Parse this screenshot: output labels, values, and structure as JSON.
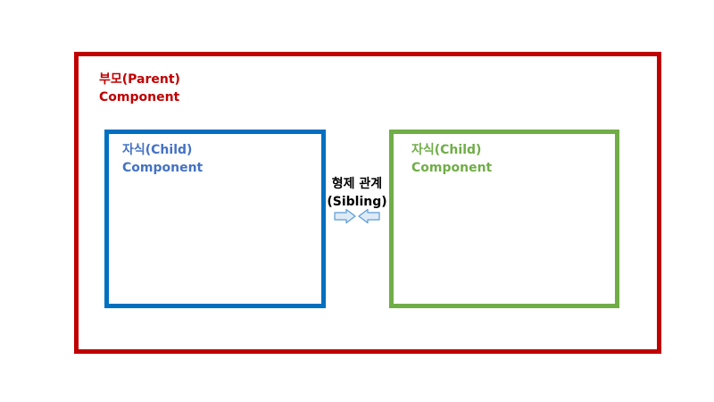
{
  "parent": {
    "label_line1": "부모(Parent)",
    "label_line2": "Component",
    "color": "#C00000"
  },
  "child_left": {
    "label_line1": "자식(Child)",
    "label_line2": "Component",
    "border_color": "#0070C0",
    "text_color": "#4472C4"
  },
  "child_right": {
    "label_line1": "자식(Child)",
    "label_line2": "Component",
    "border_color": "#70AD47",
    "text_color": "#70AD47"
  },
  "sibling": {
    "label_line1": "형제 관계",
    "label_line2": "(Sibling)",
    "arrow_icons": [
      "arrow-right-icon",
      "arrow-left-icon"
    ],
    "arrow_fill": "#DEEBF7",
    "arrow_stroke": "#5B9BD5"
  }
}
